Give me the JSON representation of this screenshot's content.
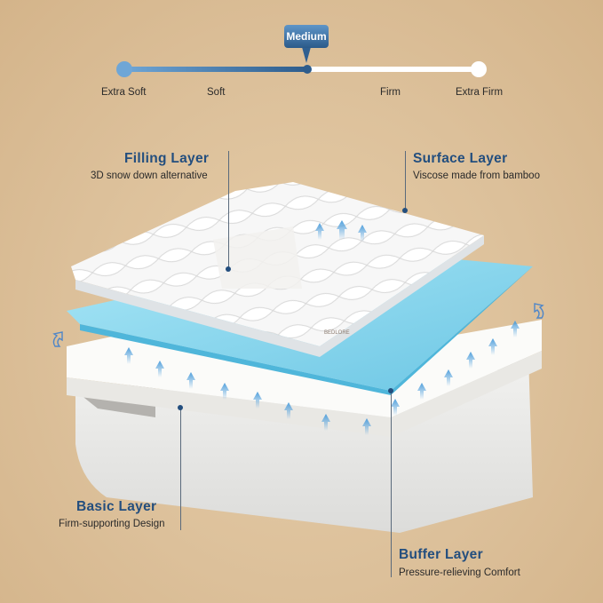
{
  "firmness_scale": {
    "current": "Medium",
    "labels": [
      "Extra Soft",
      "Soft",
      "Firm",
      "Extra Firm"
    ],
    "colors": {
      "filled": "#2d5c8c",
      "start": "#6fa6d6",
      "empty": "#ffffff"
    }
  },
  "layers": [
    {
      "id": "filling",
      "title": "Filling Layer",
      "description": "3D snow down alternative"
    },
    {
      "id": "surface",
      "title": "Surface Layer",
      "description": "Viscose made from bamboo"
    },
    {
      "id": "basic",
      "title": "Basic Layer",
      "description": "Firm-supporting Design"
    },
    {
      "id": "buffer",
      "title": "Buffer Layer",
      "description": "Pressure-relieving Comfort"
    }
  ],
  "brand_logo": "BEDLORE",
  "colors": {
    "background": "#dcc09a",
    "title": "#234e7e",
    "gel_foam": "#7cd0ea",
    "airflow_arrow": "#5aa8e0"
  }
}
